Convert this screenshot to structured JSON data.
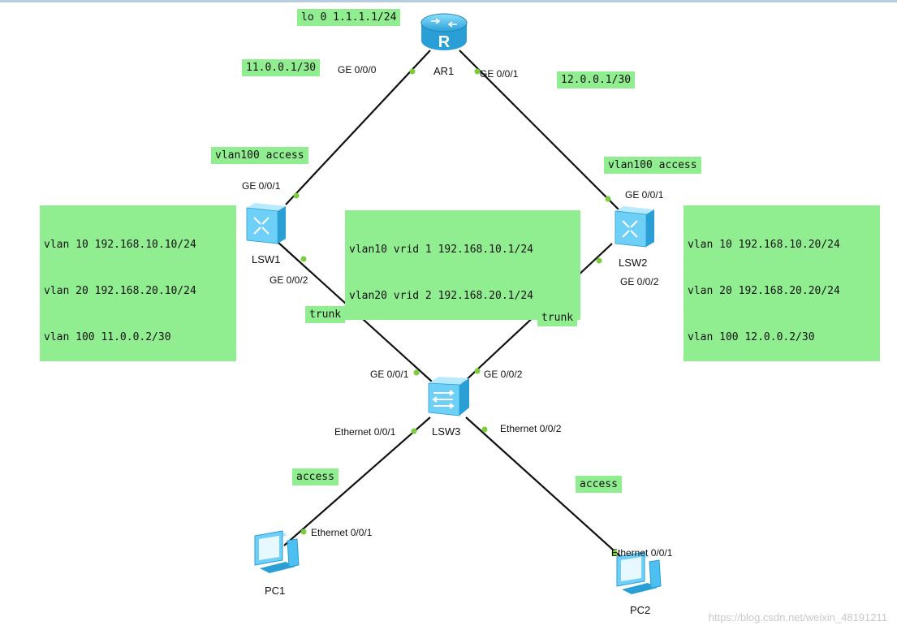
{
  "devices": {
    "ar1": "AR1",
    "lsw1": "LSW1",
    "lsw2": "LSW2",
    "lsw3": "LSW3",
    "pc1": "PC1",
    "pc2": "PC2"
  },
  "ports": {
    "ar1_ge000": "GE 0/0/0",
    "ar1_ge001": "GE 0/0/1",
    "lsw1_ge001": "GE 0/0/1",
    "lsw1_ge002": "GE 0/0/2",
    "lsw2_ge001": "GE 0/0/1",
    "lsw2_ge002": "GE 0/0/2",
    "lsw3_ge001": "GE 0/0/1",
    "lsw3_ge002": "GE 0/0/2",
    "lsw3_eth001": "Ethernet 0/0/1",
    "lsw3_eth002": "Ethernet 0/0/2",
    "pc1_eth": "Ethernet 0/0/1",
    "pc2_eth": "Ethernet 0/0/1"
  },
  "notes": {
    "loopback": "lo 0 1.1.1.1/24",
    "ar1_left_ip": "11.0.0.1/30",
    "ar1_right_ip": "12.0.0.1/30",
    "lsw1_uplink_mode": "vlan100 access",
    "lsw2_uplink_mode": "vlan100 access",
    "lsw1_config": [
      "vlan 10 192.168.10.10/24",
      "vlan 20 192.168.20.10/24",
      "vlan 100 11.0.0.2/30"
    ],
    "vrrp_config": [
      "vlan10 vrid 1 192.168.10.1/24",
      "vlan20 vrid 2 192.168.20.1/24"
    ],
    "lsw2_config": [
      "vlan 10 192.168.10.20/24",
      "vlan 20 192.168.20.20/24",
      "vlan 100 12.0.0.2/30"
    ],
    "trunk_left": "trunk",
    "trunk_right": "trunk",
    "access_left": "access",
    "access_right": "access"
  },
  "watermark": "https://blog.csdn.net/weixin_48191211",
  "colors": {
    "note_bg": "#90ee90",
    "link": "#111111",
    "port_dot": "#7ccd3c",
    "device_fill": "#5cc8f0",
    "device_dark": "#2a9fd6"
  },
  "icons": {
    "router": "router-icon",
    "switch": "switch-icon",
    "pc": "pc-icon"
  }
}
